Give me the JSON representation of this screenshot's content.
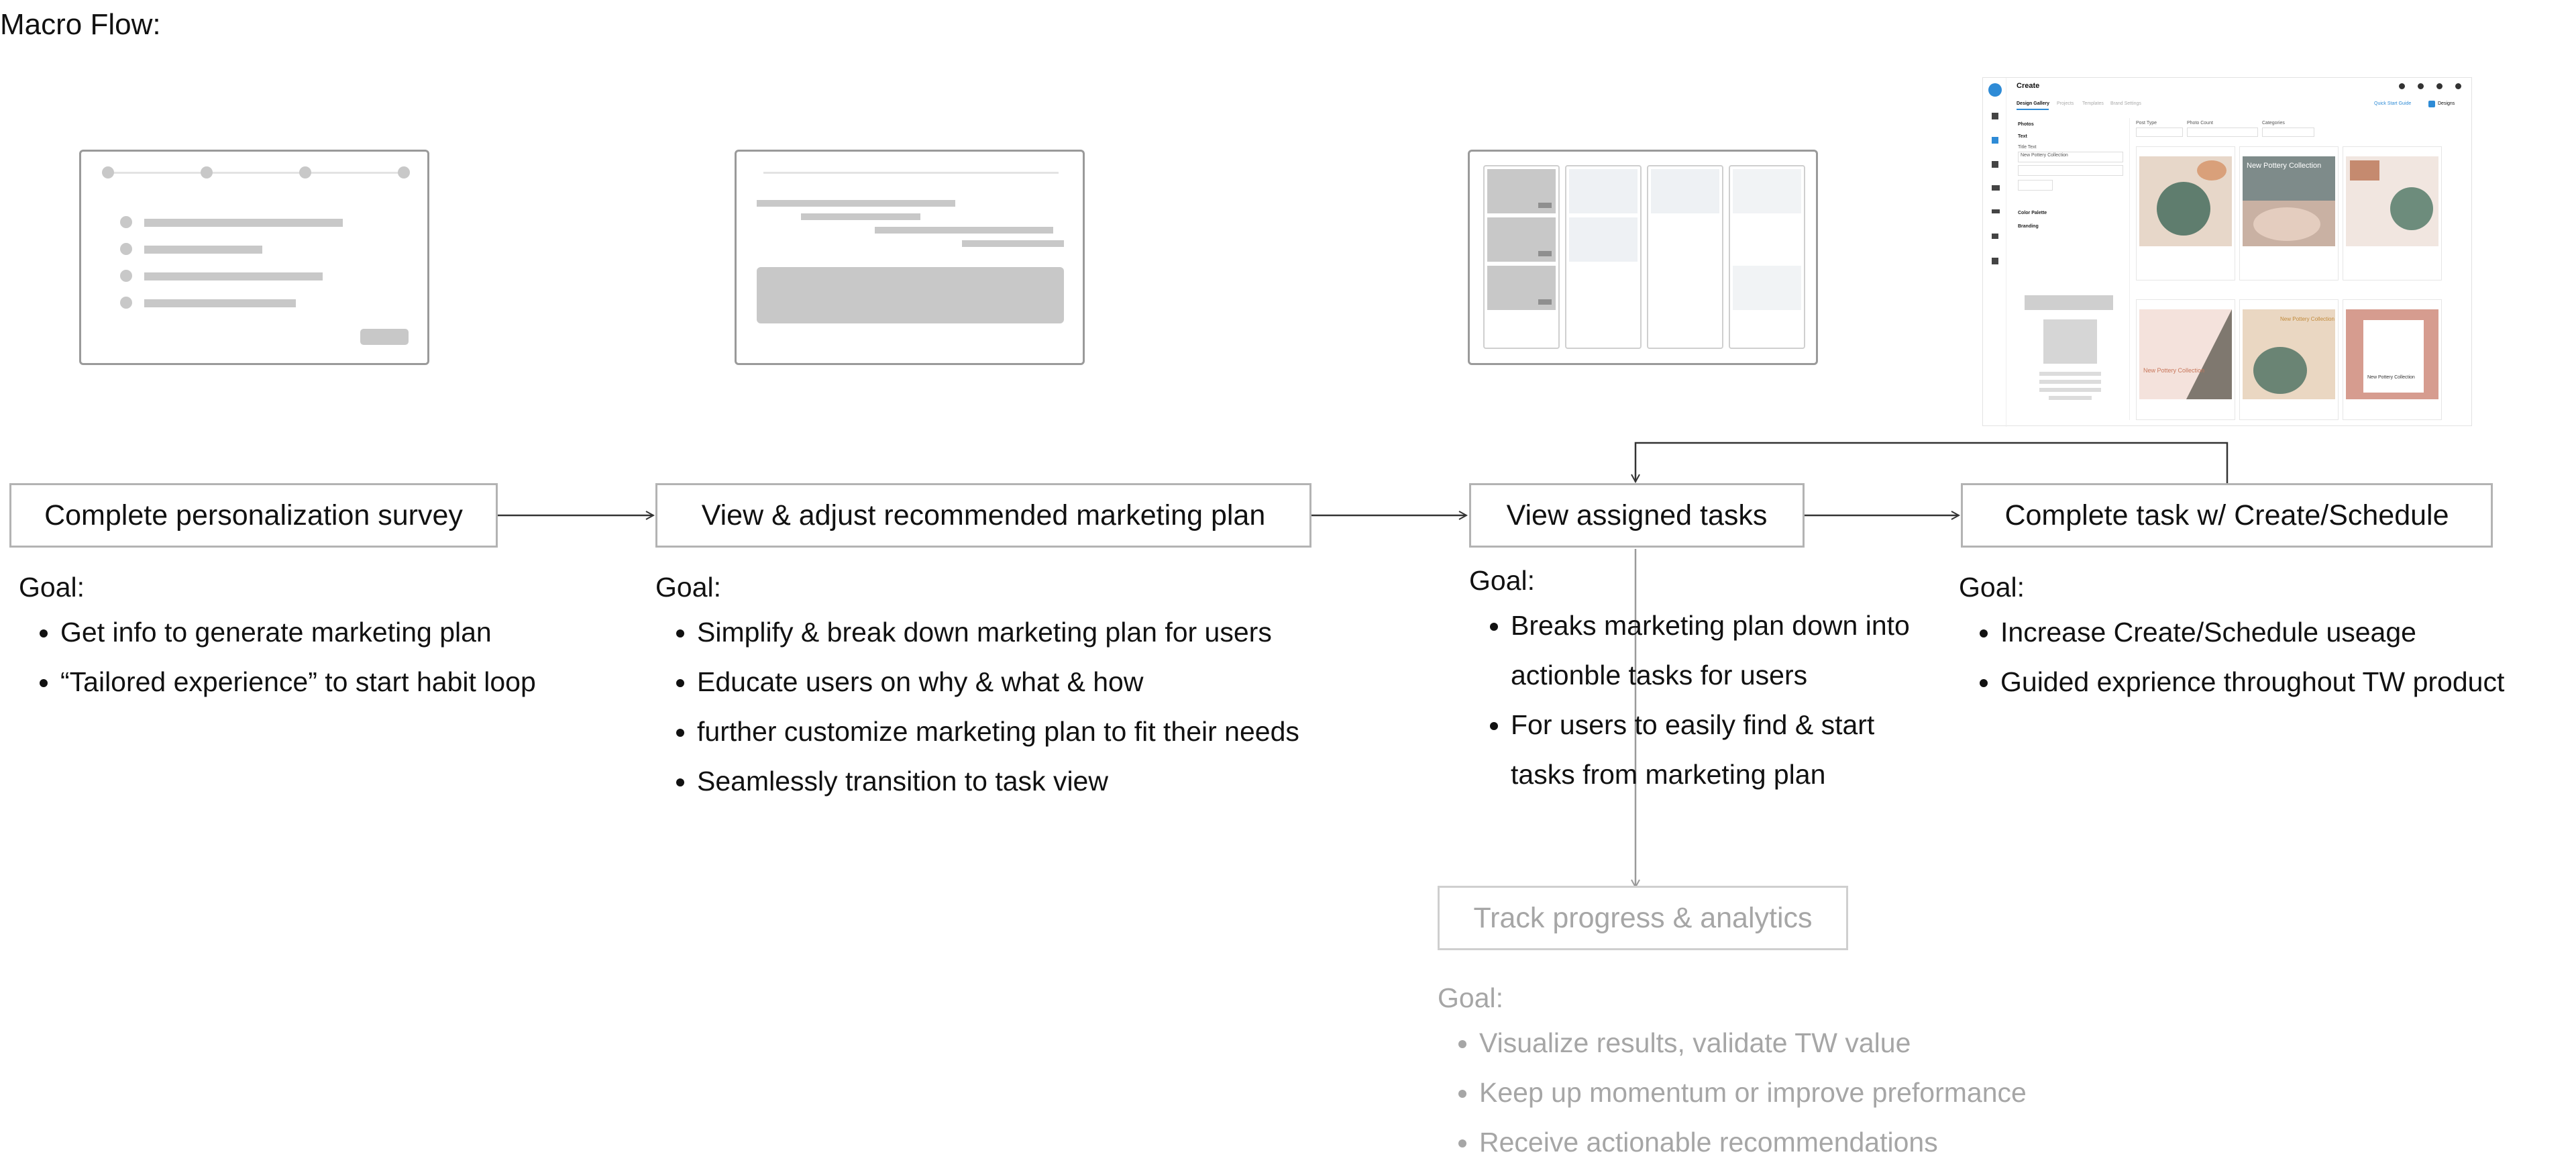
{
  "page": {
    "title": "Macro Flow:"
  },
  "flow": [
    {
      "title": "Complete personalization survey",
      "goal_label": "Goal:",
      "goals": [
        "Get info to generate marketing plan",
        "“Tailored experience” to start habit loop"
      ]
    },
    {
      "title": "View & adjust recommended marketing plan",
      "goal_label": "Goal:",
      "goals": [
        "Simplify & break down marketing plan for users",
        "Educate users on why & what & how",
        "further customize marketing plan to fit their needs",
        "Seamlessly transition to task view"
      ]
    },
    {
      "title": "View assigned tasks",
      "goal_label": "Goal:",
      "goals": [
        "Breaks marketing plan down into actionble tasks for users",
        "For users to easily find & start tasks from marketing plan"
      ]
    },
    {
      "title": "Complete task w/ Create/Schedule",
      "goal_label": "Goal:",
      "goals": [
        "Increase Create/Schedule useage",
        "Guided exprience throughout TW product"
      ]
    }
  ],
  "secondary": {
    "title": "Track progress & analytics",
    "goal_label": "Goal:",
    "goals": [
      "Visualize results, validate TW value",
      "Keep up momentum or improve preformance",
      "Receive actionable recommendations"
    ]
  },
  "create_screen": {
    "header": "Create",
    "tabs": [
      "Design Gallery",
      "Projects",
      "Templates",
      "Brand Settings"
    ],
    "quick_start": "Quick Start Guide",
    "designs_label": "Designs",
    "filters": [
      "Post Type",
      "Photo Count",
      "Categories"
    ],
    "panel_sections": [
      "Photos",
      "Text",
      "Color Palette",
      "Branding"
    ],
    "title_label": "Title Text",
    "title_value": "New Pottery Collection",
    "card_text": [
      "New Pottery Collection",
      "New Pottery Collection",
      "New Pottery Collection",
      "New Pottery Collection"
    ],
    "accent_color": "#2e8bd6"
  },
  "colors": {
    "box_border": "#b3b3b3",
    "muted_text": "#a6a6a6",
    "arrow": "#333333",
    "wire_fill": "#c8c8c8"
  }
}
